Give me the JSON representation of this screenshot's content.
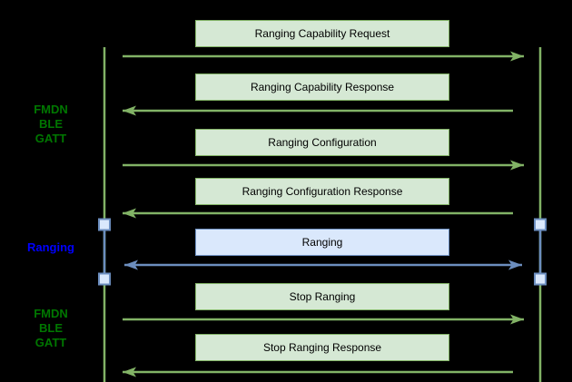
{
  "colors": {
    "background": "#000000",
    "green_line": "#82b366",
    "green_fill": "#d5e8d4",
    "blue_line": "#6c8ebf",
    "blue_fill": "#dae8fc",
    "label_green": "#007700",
    "label_blue": "#0000ff",
    "box_text": "#000000"
  },
  "left_labels": [
    {
      "text": "FMDN\nBLE\nGATT",
      "color_name": "green"
    },
    {
      "text": "Ranging",
      "color_name": "blue"
    },
    {
      "text": "FMDN\nBLE\nGATT",
      "color_name": "green"
    }
  ],
  "messages": [
    {
      "label": "Ranging Capability Request",
      "direction": "left-to-right",
      "theme": "green"
    },
    {
      "label": "Ranging Capability Response",
      "direction": "right-to-left",
      "theme": "green"
    },
    {
      "label": "Ranging Configuration",
      "direction": "left-to-right",
      "theme": "green"
    },
    {
      "label": "Ranging Configuration Response",
      "direction": "right-to-left",
      "theme": "green"
    },
    {
      "label": "Ranging",
      "direction": "bidirectional",
      "theme": "blue"
    },
    {
      "label": "Stop Ranging",
      "direction": "left-to-right",
      "theme": "green"
    },
    {
      "label": "Stop Ranging Response",
      "direction": "right-to-left",
      "theme": "green"
    }
  ]
}
